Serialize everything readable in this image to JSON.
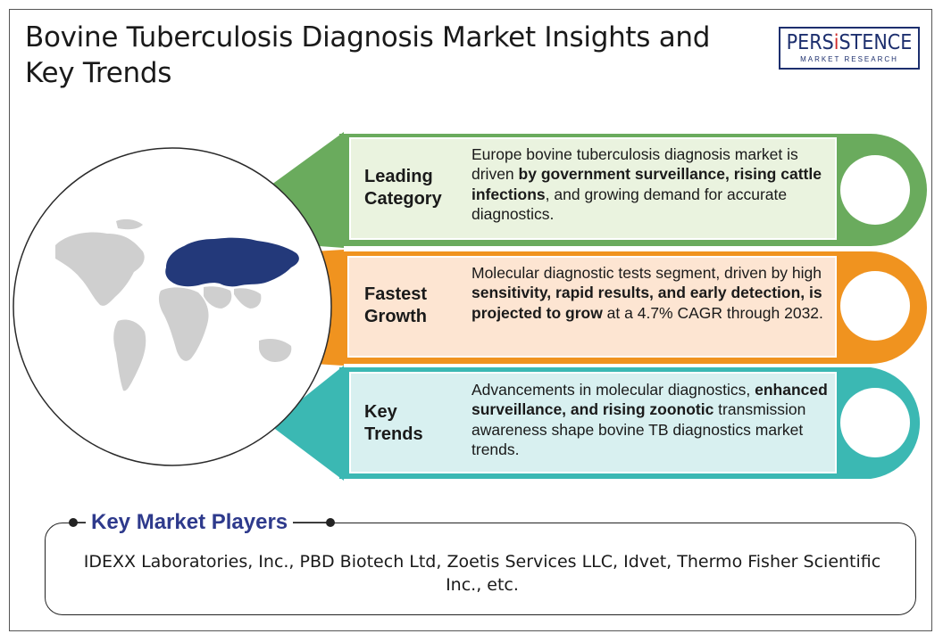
{
  "header": {
    "title": "Bovine Tuberculosis Diagnosis Market Insights and Key Trends"
  },
  "logo": {
    "word_part1": "PERS",
    "word_highlight": "i",
    "word_part2": "STENCE",
    "subtitle": "MARKET RESEARCH"
  },
  "insights": [
    {
      "label_line1": "Leading",
      "label_line2": "Category",
      "text_pre": "Europe bovine tuberculosis diagnosis market is driven ",
      "text_bold": "by government surveillance, rising cattle infections",
      "text_post": ", and growing demand for accurate diagnostics.",
      "accent": "#6aab5d",
      "panel": "#eaf3df"
    },
    {
      "label_line1": "Fastest",
      "label_line2": "Growth",
      "text_pre": "Molecular diagnostic tests segment, driven by high ",
      "text_bold": "sensitivity, rapid results, and early detection, is projected to grow",
      "text_post": " at a 4.7% CAGR through 2032.",
      "accent": "#f0931f",
      "panel": "#fde5d2"
    },
    {
      "label_line1": "Key",
      "label_line2": "Trends",
      "text_pre": "Advancements in molecular diagnostics, ",
      "text_bold": "enhanced surveillance, and rising zoonotic",
      "text_post": " transmission awareness shape bovine TB diagnostics market trends.",
      "accent": "#3bb8b3",
      "panel": "#d8f0f0"
    }
  ],
  "players": {
    "heading": "Key Market Players",
    "list": "IDEXX Laboratories, Inc., PBD Biotech Ltd, Zoetis Services LLC, Idvet, Thermo Fisher Scientific Inc., etc."
  },
  "colors": {
    "brand_navy": "#1d2f6e",
    "highlight_region": "#23397a",
    "land_gray": "#cfcfcf",
    "players_heading": "#2e3a8c"
  },
  "icons": {
    "globe": "world-map-globe"
  }
}
